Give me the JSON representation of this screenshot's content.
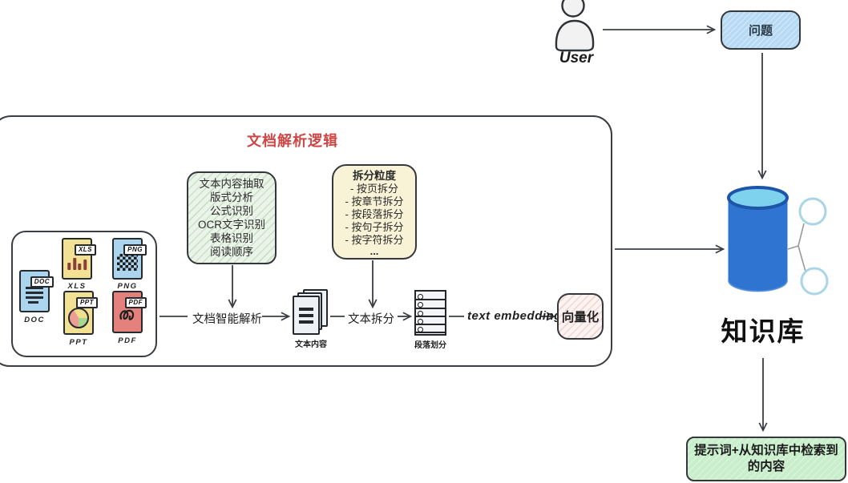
{
  "user": {
    "label": "User"
  },
  "question": {
    "label": "问题"
  },
  "knowledge_base": {
    "label": "知识库"
  },
  "result": {
    "label": "提示词+从知识库中检索到的内容"
  },
  "pipeline": {
    "title": "文档解析逻辑",
    "capabilities": [
      "文本内容抽取",
      "版式分析",
      "公式识别",
      "OCR文字识别",
      "表格识别",
      "阅读顺序"
    ],
    "granularity": {
      "title": "拆分粒度",
      "items": [
        "- 按页拆分",
        "- 按章节拆分",
        "- 按段落拆分",
        "- 按句子拆分",
        "- 按字符拆分"
      ],
      "ellipsis": "..."
    },
    "files": {
      "doc": {
        "tag": "DOC",
        "label": "DOC"
      },
      "xls": {
        "tag": "XLS",
        "label": "XLS"
      },
      "png": {
        "tag": "PNG",
        "label": "PNG"
      },
      "ppt": {
        "tag": "PPT",
        "label": "PPT"
      },
      "pdf": {
        "tag": "PDF",
        "label": "PDF"
      }
    },
    "steps": {
      "parse": "文档智能解析",
      "doc_stack": "文本内容",
      "split": "文本拆分",
      "paragraphs": "段落划分",
      "embedding": "text embedding",
      "vectorize": "向量化"
    }
  },
  "colors": {
    "question_fill": "#b7daf4",
    "cylinder_blue": "#2e74d0",
    "cylinder_top": "#7ed2ee",
    "result_green": "#c9eecb",
    "capabilities_green": "#ebf4e8",
    "granularity_yellow": "#f8f3d7",
    "vectorize_pink": "#fdf4f2",
    "title_red": "#ce4747",
    "file_blue": "#abd4ef",
    "file_yellow": "#f2e193",
    "file_red": "#e4817d"
  }
}
